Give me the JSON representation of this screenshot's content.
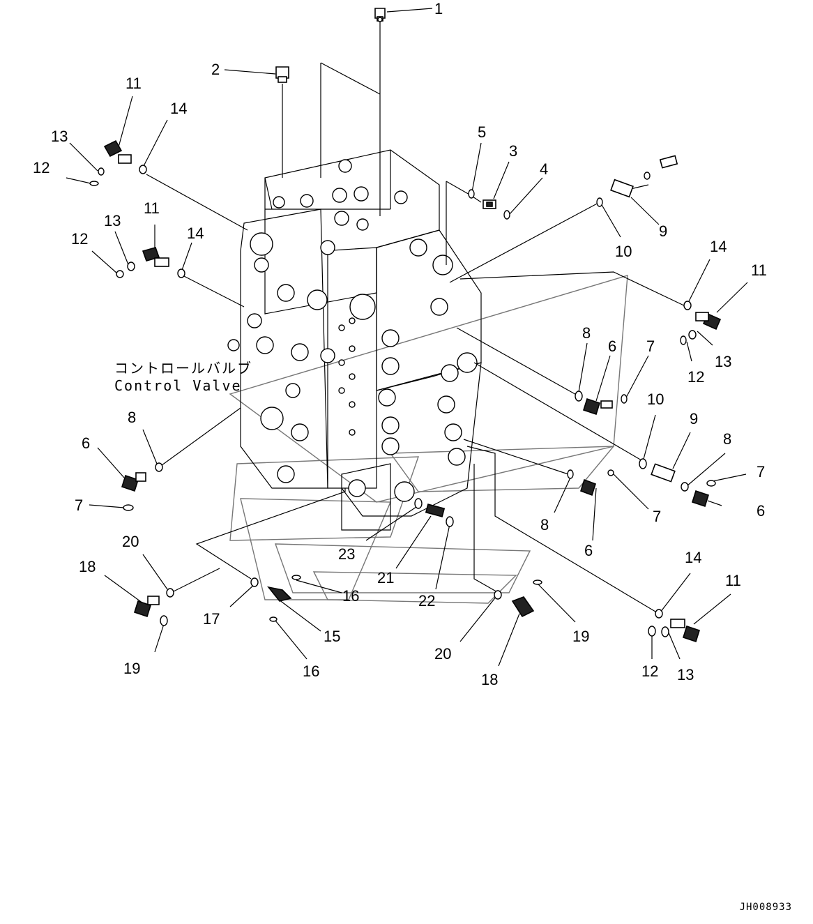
{
  "diagram": {
    "component_label_jp": "コントロールバルブ",
    "component_label_en": "Control Valve",
    "drawing_code": "JH008933",
    "callouts": [
      {
        "id": "c1",
        "text": "1"
      },
      {
        "id": "c2",
        "text": "2"
      },
      {
        "id": "c3",
        "text": "3"
      },
      {
        "id": "c4",
        "text": "4"
      },
      {
        "id": "c5",
        "text": "5"
      },
      {
        "id": "c6a",
        "text": "6"
      },
      {
        "id": "c6b",
        "text": "6"
      },
      {
        "id": "c6c",
        "text": "6"
      },
      {
        "id": "c6d",
        "text": "6"
      },
      {
        "id": "c7a",
        "text": "7"
      },
      {
        "id": "c7b",
        "text": "7"
      },
      {
        "id": "c7c",
        "text": "7"
      },
      {
        "id": "c7d",
        "text": "7"
      },
      {
        "id": "c8a",
        "text": "8"
      },
      {
        "id": "c8b",
        "text": "8"
      },
      {
        "id": "c8c",
        "text": "8"
      },
      {
        "id": "c8d",
        "text": "8"
      },
      {
        "id": "c9a",
        "text": "9"
      },
      {
        "id": "c9b",
        "text": "9"
      },
      {
        "id": "c10a",
        "text": "10"
      },
      {
        "id": "c10b",
        "text": "10"
      },
      {
        "id": "c11a",
        "text": "11"
      },
      {
        "id": "c11b",
        "text": "11"
      },
      {
        "id": "c11c",
        "text": "11"
      },
      {
        "id": "c11d",
        "text": "11"
      },
      {
        "id": "c12a",
        "text": "12"
      },
      {
        "id": "c12b",
        "text": "12"
      },
      {
        "id": "c12c",
        "text": "12"
      },
      {
        "id": "c12d",
        "text": "12"
      },
      {
        "id": "c13a",
        "text": "13"
      },
      {
        "id": "c13b",
        "text": "13"
      },
      {
        "id": "c13c",
        "text": "13"
      },
      {
        "id": "c13d",
        "text": "13"
      },
      {
        "id": "c14a",
        "text": "14"
      },
      {
        "id": "c14b",
        "text": "14"
      },
      {
        "id": "c14c",
        "text": "14"
      },
      {
        "id": "c14d",
        "text": "14"
      },
      {
        "id": "c15",
        "text": "15"
      },
      {
        "id": "c16a",
        "text": "16"
      },
      {
        "id": "c16b",
        "text": "16"
      },
      {
        "id": "c17",
        "text": "17"
      },
      {
        "id": "c18a",
        "text": "18"
      },
      {
        "id": "c18b",
        "text": "18"
      },
      {
        "id": "c19a",
        "text": "19"
      },
      {
        "id": "c19b",
        "text": "19"
      },
      {
        "id": "c20a",
        "text": "20"
      },
      {
        "id": "c20b",
        "text": "20"
      },
      {
        "id": "c21",
        "text": "21"
      },
      {
        "id": "c22",
        "text": "22"
      },
      {
        "id": "c23",
        "text": "23"
      }
    ]
  }
}
